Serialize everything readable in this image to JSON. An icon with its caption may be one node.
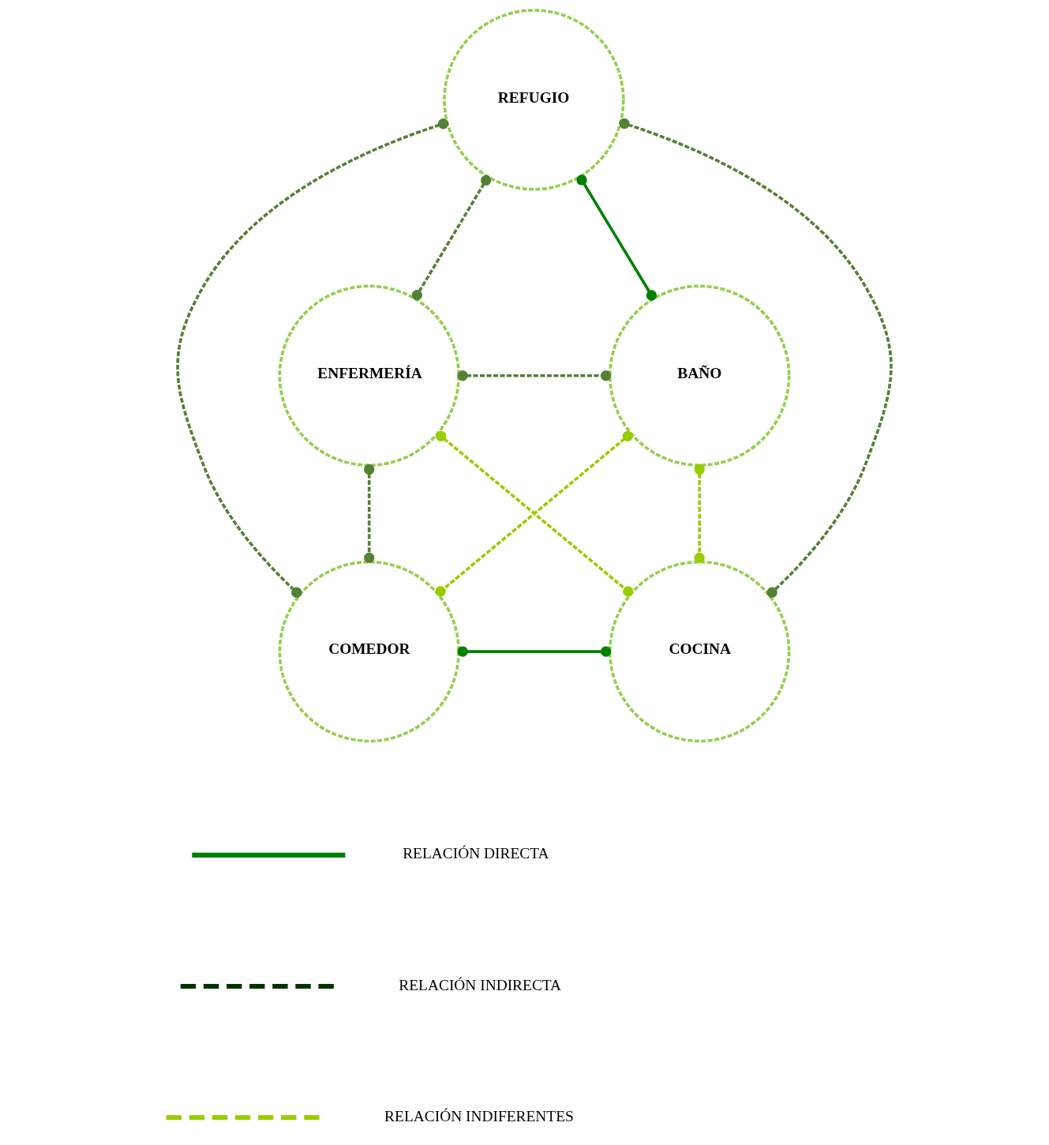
{
  "diagram": {
    "nodes": [
      {
        "text": [
          "REFUGIO"
        ]
      },
      {
        "text": [
          "ENFERMERÍA"
        ]
      },
      {
        "text": [
          "BAÑO"
        ]
      },
      {
        "text": [
          "COMEDOR"
        ]
      },
      {
        "text": [
          "COCINA"
        ]
      }
    ],
    "edges": [
      {
        "from": 0,
        "to": 2,
        "arrow": "other",
        "color": "#008000"
      },
      {
        "from": 0,
        "to": 1,
        "arrow": "other",
        "style": "dashed"
      },
      {
        "from": 0,
        "to": 3,
        "arrow": "other",
        "style": "dashed"
      },
      {
        "from": 0,
        "to": 4,
        "arrow": "other",
        "style": "dashed"
      },
      {
        "from": 1,
        "to": 2,
        "arrow": "other",
        "style": "dashed"
      },
      {
        "from": 1,
        "to": 3,
        "arrow": "other",
        "style": "dashed"
      },
      {
        "from": 1,
        "to": 4,
        "arrow": "other",
        "style": "dashed",
        "color": "#99cc00"
      },
      {
        "from": 2,
        "to": 3,
        "arrow": "other",
        "style": "dashed",
        "color": "#99cc00"
      },
      {
        "from": 2,
        "to": 4,
        "arrow": "other",
        "style": "dashed",
        "color": "#99cc00"
      },
      {
        "from": 3,
        "to": 4,
        "arrow": "other",
        "color": "#008000"
      }
    ],
    "legend": [
      {
        "text": "RELACIÓN DIRECTA"
      },
      {
        "text": "RELACIÓN INDIRECTA"
      },
      {
        "text": "RELACIÓN INDIFERENTES"
      }
    ]
  }
}
